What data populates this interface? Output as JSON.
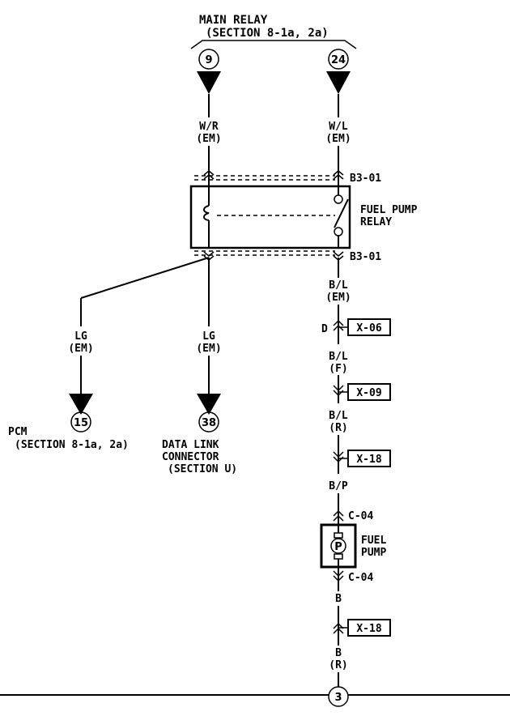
{
  "main_relay": {
    "title": "MAIN RELAY",
    "section": "(SECTION 8-1a, 2a)"
  },
  "terminals": {
    "t9": "9",
    "t24": "24",
    "t15": "15",
    "t38": "38",
    "t3": "3"
  },
  "wires": {
    "w_r": "W/R",
    "w_l": "W/L",
    "em1": "(EM)",
    "em2": "(EM)",
    "b_l_1": "B/L",
    "em3": "(EM)",
    "b_l_2": "B/L",
    "f": "(F)",
    "b_l_3": "B/L",
    "r1": "(R)",
    "b_p": "B/P",
    "b_1": "B",
    "b_2": "B",
    "r2": "(R)",
    "lg1": "LG",
    "em4": "(EM)",
    "lg2": "LG",
    "em5": "(EM)"
  },
  "connectors": {
    "b3_top": "B3-01",
    "b3_bottom": "B3-01",
    "c04_top": "C-04",
    "c04_bottom": "C-04",
    "d": "D"
  },
  "joint_boxes": {
    "x06": "X-06",
    "x09": "X-09",
    "x18a": "X-18",
    "x18b": "X-18"
  },
  "relay": {
    "line1": "FUEL PUMP",
    "line2": "RELAY"
  },
  "pump": {
    "symbol": "P",
    "line1": "FUEL",
    "line2": "PUMP"
  },
  "pcm": {
    "name": "PCM",
    "section": "(SECTION 8-1a, 2a)"
  },
  "dlc": {
    "line1": "DATA LINK",
    "line2": "CONNECTOR",
    "line3": "(SECTION U)"
  }
}
